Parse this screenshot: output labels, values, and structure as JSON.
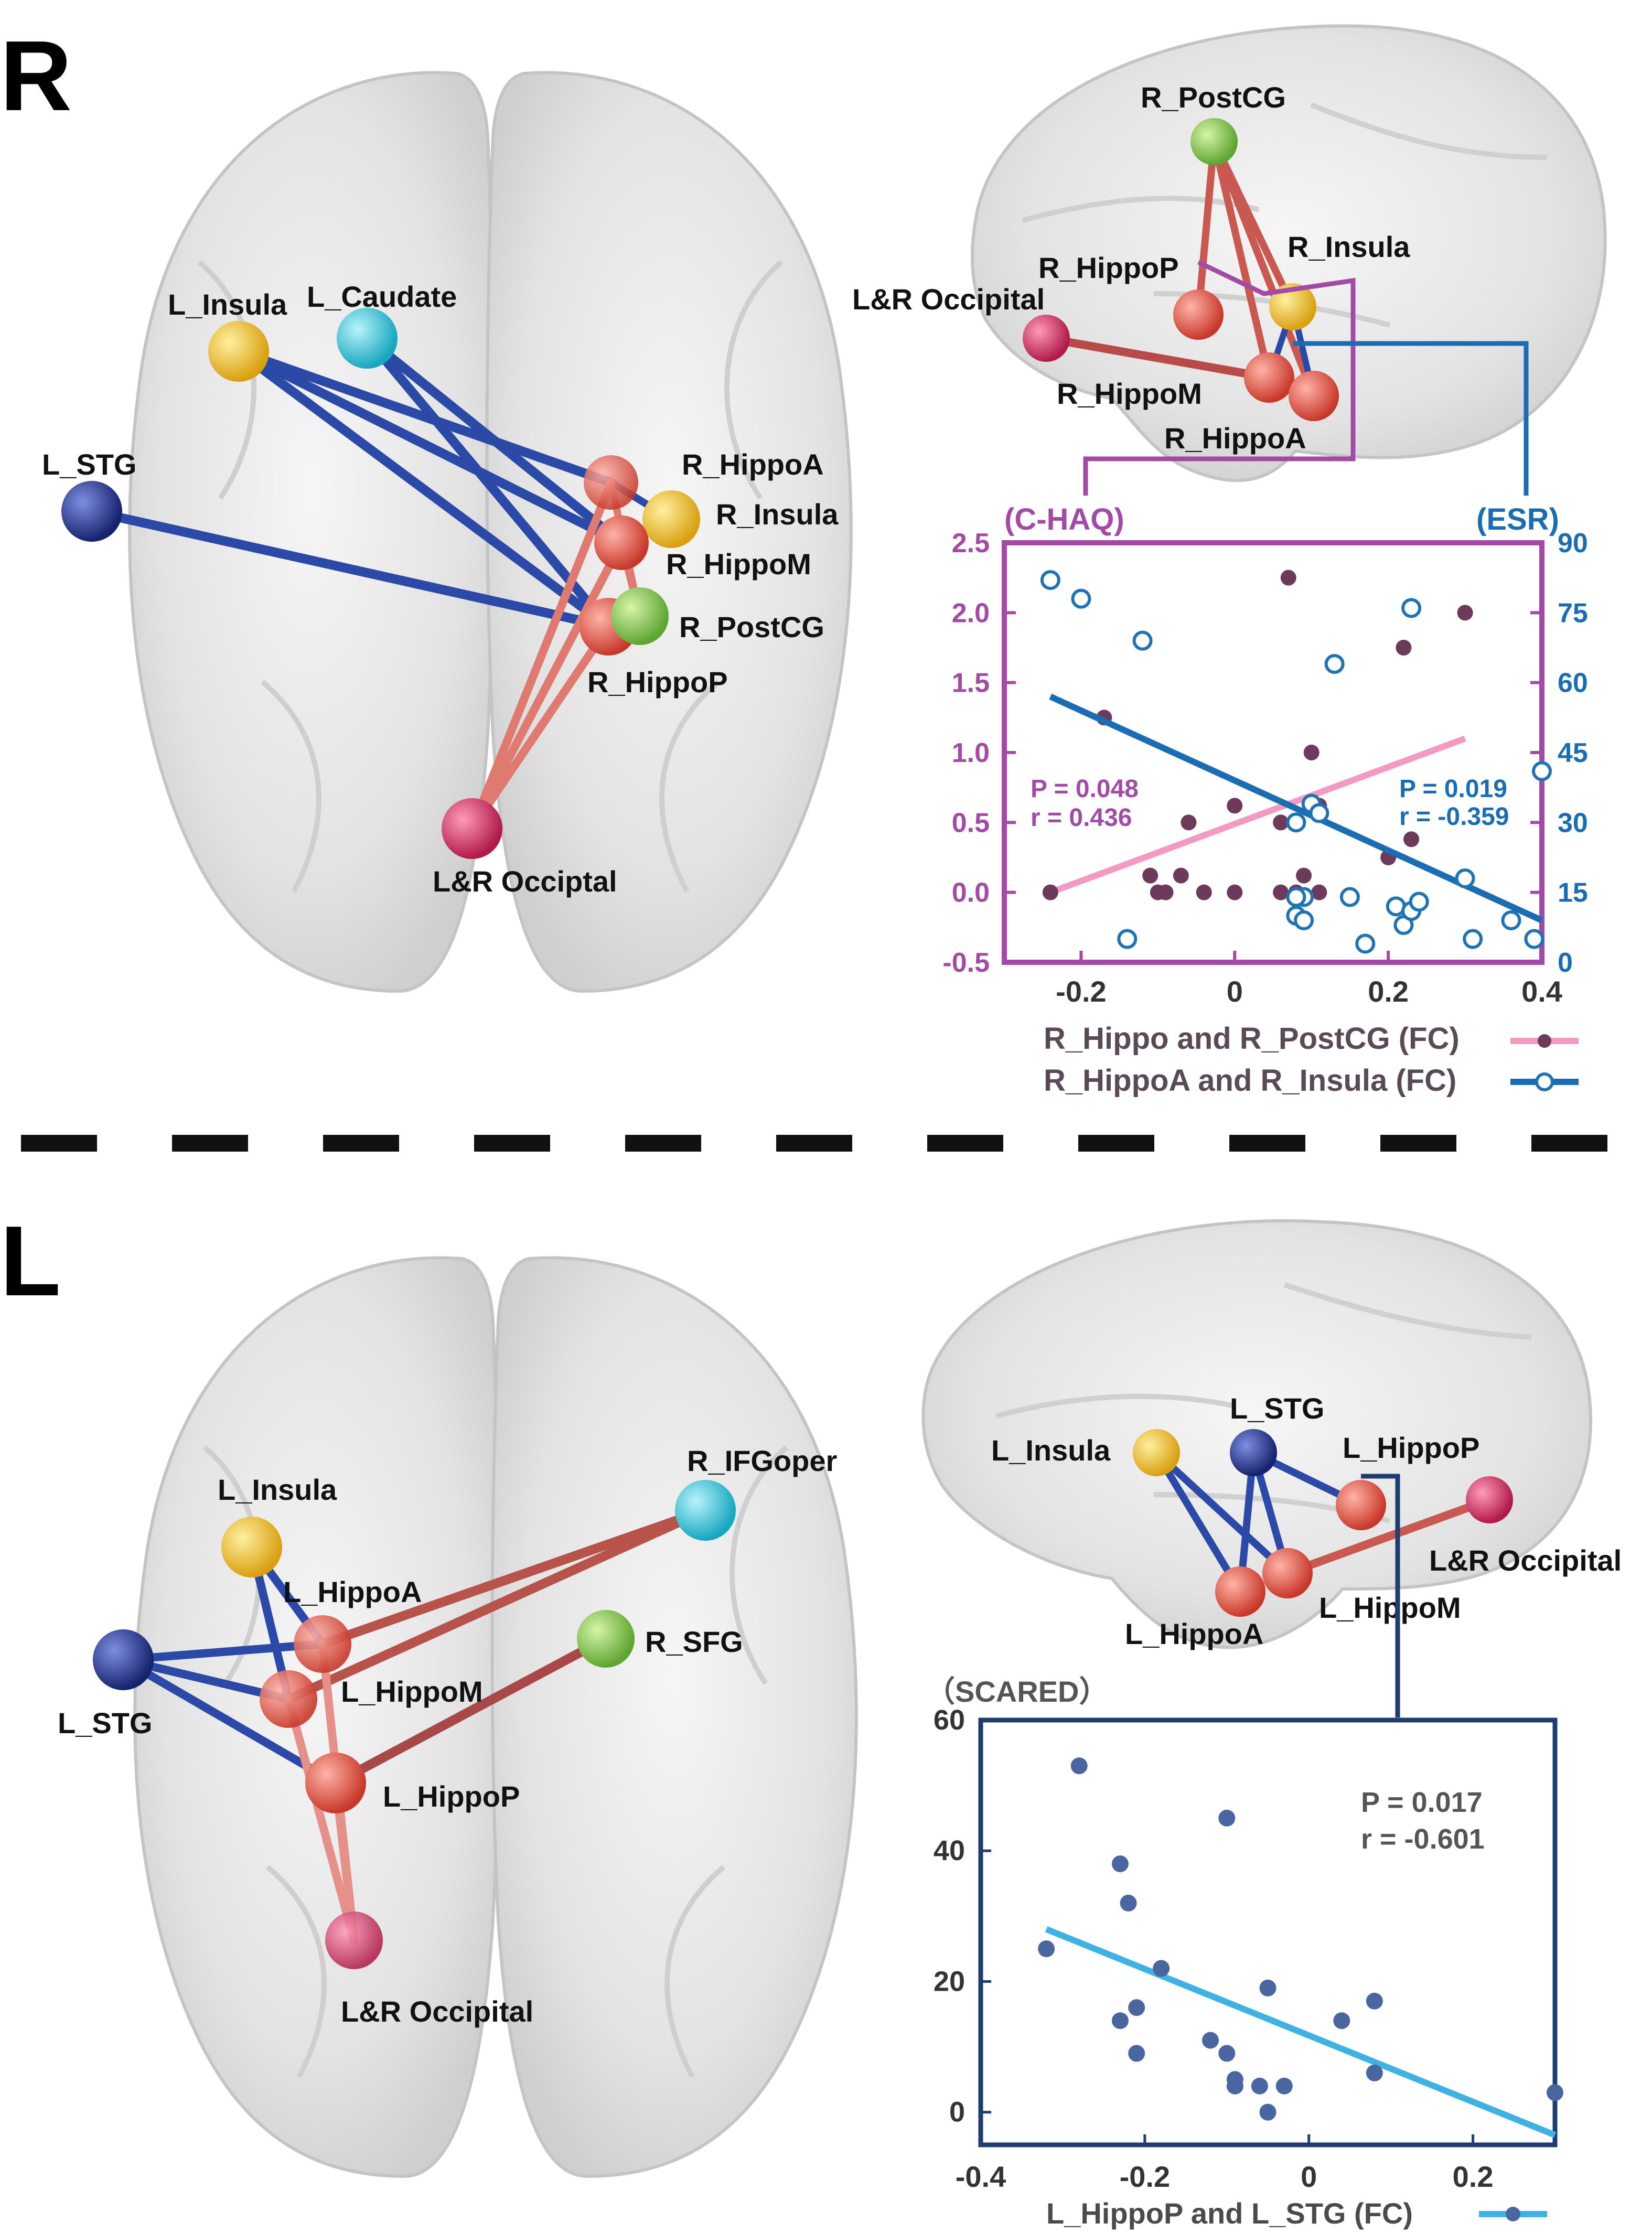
{
  "panel_r": {
    "letter": "R",
    "axial_labels": [
      {
        "text": "L_Insula"
      },
      {
        "text": "L_Caudate"
      },
      {
        "text": "L_STG"
      },
      {
        "text": "R_HippoA"
      },
      {
        "text": "R_Insula"
      },
      {
        "text": "R_HippoM"
      },
      {
        "text": "R_PostCG"
      },
      {
        "text": "R_HippoP"
      },
      {
        "text": "L&R Occiptal"
      }
    ],
    "sagittal_labels": [
      {
        "text": "R_PostCG"
      },
      {
        "text": "R_HippoP"
      },
      {
        "text": "R_Insula"
      },
      {
        "text": "L&R Occipital"
      },
      {
        "text": "R_HippoM"
      },
      {
        "text": "R_HippoA"
      }
    ],
    "node_colors": {
      "hippo": "#e05a48",
      "insula": "#e8b820",
      "caudate": "#2ec4d6",
      "stg": "#1f2f8f",
      "postcg": "#7cc04a",
      "occipital": "#d62b5e"
    },
    "edge_colors": {
      "negative": "#2b4aa8",
      "positive": "#e07a70"
    }
  },
  "panel_l": {
    "letter": "L",
    "axial_labels": [
      {
        "text": "R_IFGoper"
      },
      {
        "text": "L_Insula"
      },
      {
        "text": "L_HippoA"
      },
      {
        "text": "R_SFG"
      },
      {
        "text": "L_HippoM"
      },
      {
        "text": "L_STG"
      },
      {
        "text": "L_HippoP"
      },
      {
        "text": "L&R Occipital"
      }
    ],
    "sagittal_labels": [
      {
        "text": "L_STG"
      },
      {
        "text": "L_Insula"
      },
      {
        "text": "L_HippoP"
      },
      {
        "text": "L&R Occipital"
      },
      {
        "text": "L_HippoM"
      },
      {
        "text": "L_HippoA"
      }
    ]
  },
  "chart_data": [
    {
      "type": "scatter",
      "left_axis_label": "(C-HAQ)",
      "right_axis_label": "(ESR)",
      "xlim": [
        -0.3,
        0.4
      ],
      "ylim_left": [
        -0.5,
        2.5
      ],
      "ylim_right": [
        0,
        90
      ],
      "x_ticks": [
        "-0.2",
        "0",
        "0.2",
        "0.4"
      ],
      "left_ticks": [
        "2.5",
        "2.0",
        "1.5",
        "1.0",
        "0.5",
        "0.0",
        "-0.5"
      ],
      "right_ticks": [
        "90",
        "75",
        "60",
        "45",
        "30",
        "15",
        "0"
      ],
      "series": [
        {
          "name": "R_Hippo and R_PostCG (FC)",
          "axis": "left",
          "color": "#6e3a5c",
          "line_color": "#f29ac2",
          "stats": [
            "P = 0.048",
            "r = 0.436"
          ],
          "fit": [
            [
              -0.24,
              0.0
            ],
            [
              0.3,
              1.1
            ]
          ],
          "points": [
            [
              -0.24,
              0.0
            ],
            [
              -0.17,
              1.25
            ],
            [
              -0.11,
              0.12
            ],
            [
              -0.1,
              0.0
            ],
            [
              -0.09,
              0.0
            ],
            [
              -0.07,
              0.12
            ],
            [
              -0.06,
              0.5
            ],
            [
              -0.04,
              0.0
            ],
            [
              0.0,
              0.0
            ],
            [
              0.0,
              0.62
            ],
            [
              0.06,
              0.0
            ],
            [
              0.07,
              2.25
            ],
            [
              0.08,
              0.0
            ],
            [
              0.09,
              0.12
            ],
            [
              0.1,
              1.0
            ],
            [
              0.11,
              0.62
            ],
            [
              0.11,
              0.0
            ],
            [
              0.2,
              0.25
            ],
            [
              0.22,
              1.75
            ],
            [
              0.23,
              0.38
            ],
            [
              0.3,
              2.0
            ],
            [
              0.06,
              0.5
            ]
          ]
        },
        {
          "name": "R_HippoA and R_Insula (FC)",
          "axis": "right",
          "color": "#1f72b4",
          "line_color": "#1b6db3",
          "stats": [
            "P = 0.019",
            "r = -0.359"
          ],
          "fit": [
            [
              -0.24,
              57
            ],
            [
              0.4,
              9
            ]
          ],
          "points": [
            [
              -0.24,
              82
            ],
            [
              -0.2,
              78
            ],
            [
              -0.14,
              5
            ],
            [
              -0.12,
              69
            ],
            [
              0.08,
              10
            ],
            [
              0.09,
              9
            ],
            [
              0.08,
              30
            ],
            [
              0.09,
              14
            ],
            [
              0.1,
              34
            ],
            [
              0.11,
              32
            ],
            [
              0.13,
              64
            ],
            [
              0.15,
              14
            ],
            [
              0.17,
              4
            ],
            [
              0.21,
              12
            ],
            [
              0.22,
              8
            ],
            [
              0.23,
              76
            ],
            [
              0.23,
              11
            ],
            [
              0.24,
              13
            ],
            [
              0.3,
              18
            ],
            [
              0.31,
              5
            ],
            [
              0.36,
              9
            ],
            [
              0.39,
              5
            ],
            [
              0.4,
              41
            ],
            [
              0.08,
              14
            ]
          ]
        }
      ]
    },
    {
      "type": "scatter",
      "left_axis_label": "（SCARED）",
      "xlim": [
        -0.4,
        0.3
      ],
      "ylim": [
        -5,
        60
      ],
      "x_ticks": [
        "-0.4",
        "-0.2",
        "0",
        "0.2"
      ],
      "y_ticks": [
        "60",
        "40",
        "20",
        "0"
      ],
      "series": [
        {
          "name": "L_HippoP and L_STG (FC)",
          "color": "#4a66a0",
          "line_color": "#3fb2e3",
          "stats": [
            "P = 0.017",
            "r = -0.601"
          ],
          "fit": [
            [
              -0.32,
              28
            ],
            [
              0.3,
              -3.5
            ]
          ],
          "points": [
            [
              -0.32,
              25
            ],
            [
              -0.28,
              53
            ],
            [
              -0.23,
              38
            ],
            [
              -0.23,
              14
            ],
            [
              -0.22,
              32
            ],
            [
              -0.21,
              16
            ],
            [
              -0.21,
              9
            ],
            [
              -0.18,
              22
            ],
            [
              -0.12,
              11
            ],
            [
              -0.1,
              9
            ],
            [
              -0.1,
              45
            ],
            [
              -0.09,
              4
            ],
            [
              -0.09,
              5
            ],
            [
              -0.06,
              4
            ],
            [
              -0.05,
              0
            ],
            [
              -0.05,
              19
            ],
            [
              -0.03,
              4
            ],
            [
              0.04,
              14
            ],
            [
              0.08,
              17
            ],
            [
              0.08,
              6
            ],
            [
              0.3,
              3
            ]
          ]
        }
      ]
    }
  ],
  "separator_color": "#111111"
}
